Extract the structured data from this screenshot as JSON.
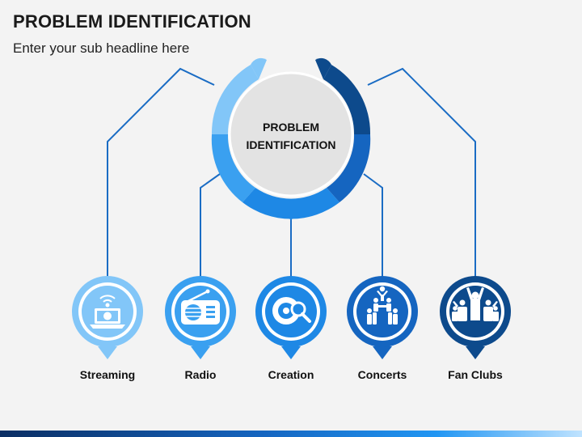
{
  "header": {
    "title": "PROBLEM IDENTIFICATION",
    "subtitle": "Enter your sub headline here"
  },
  "hub": {
    "label_line1": "PROBLEM",
    "label_line2": "IDENTIFICATION"
  },
  "items": [
    {
      "label": "Streaming",
      "icon": "laptop-wifi-icon",
      "color": "#82c6f8"
    },
    {
      "label": "Radio",
      "icon": "radio-icon",
      "color": "#3aa0f0"
    },
    {
      "label": "Creation",
      "icon": "disc-magnifier-icon",
      "color": "#1e88e5"
    },
    {
      "label": "Concerts",
      "icon": "human-pyramid-icon",
      "color": "#1565c0"
    },
    {
      "label": "Fan Clubs",
      "icon": "fans-icon",
      "color": "#0d4a8c"
    }
  ],
  "colors": {
    "line": "#1a6cc4",
    "hub_circle": "#e3e3e3"
  }
}
